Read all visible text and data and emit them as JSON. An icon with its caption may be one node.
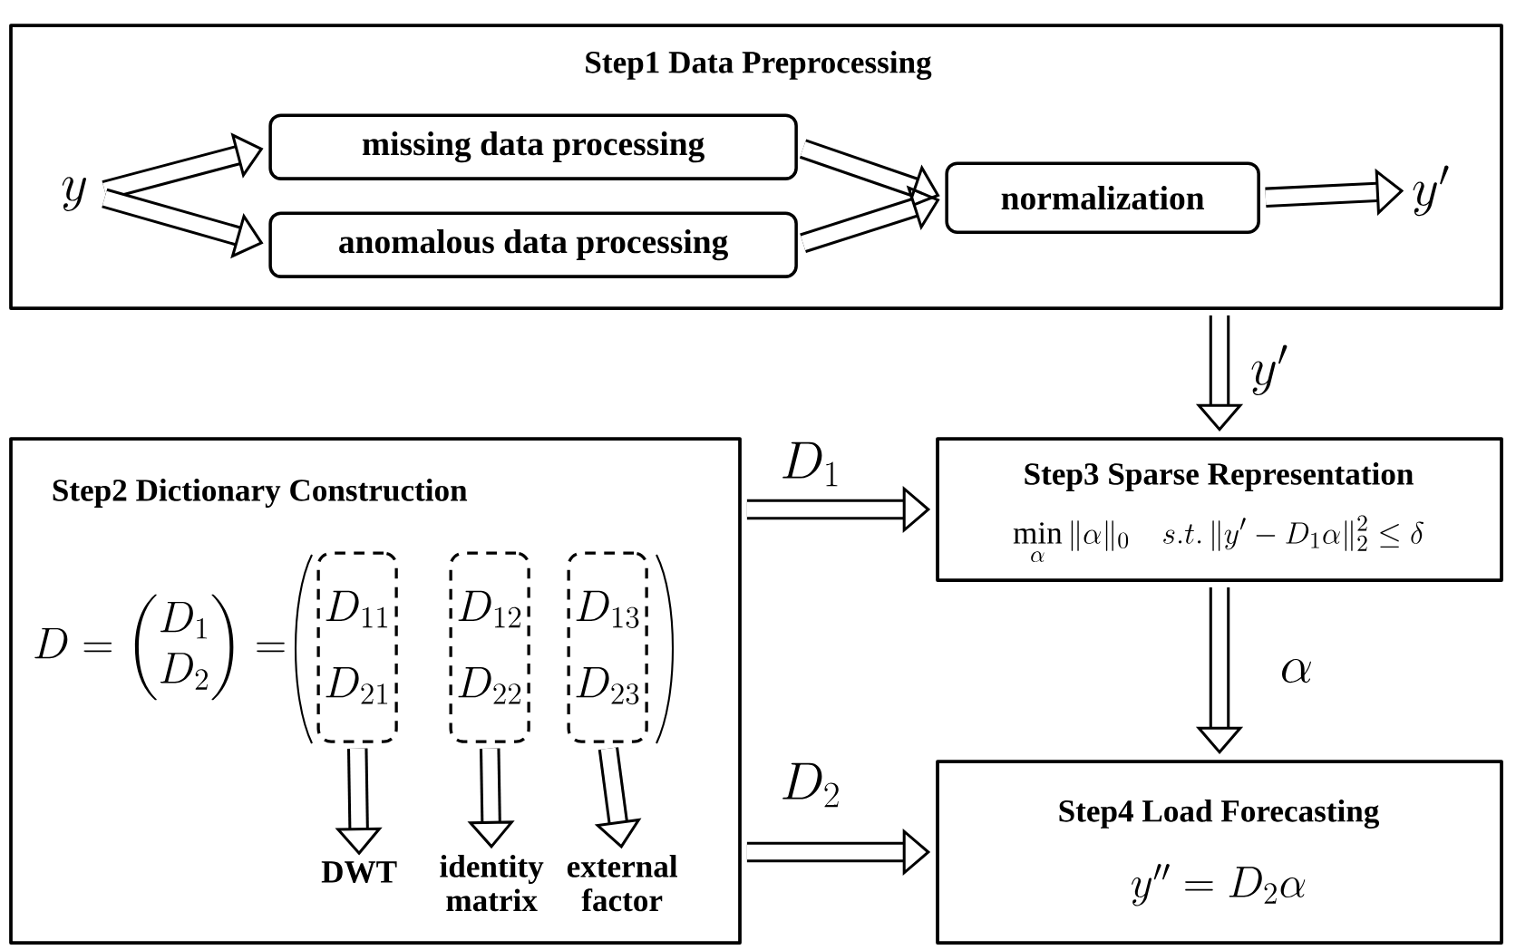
{
  "diagram": {
    "nodes": [
      {
        "text": [
          "Step1 Data Preprocessing"
        ]
      },
      {
        "text": [
          "y"
        ],
        "in": 0
      },
      {
        "text": [
          "missing data processing"
        ],
        "in": 0
      },
      {
        "text": [
          "anomalous data processing"
        ],
        "in": 0
      },
      {
        "text": [
          "normalization"
        ],
        "in": 0
      },
      {
        "text": [
          "y'"
        ],
        "in": 0
      },
      {
        "text": [
          "Step2 Dictionary Construction",
          "D=\\begin{pmatrix}D_1\\\\D_2\\end{pmatrix}="
        ]
      },
      {
        "text": [
          "D_{11}",
          "D_{21}"
        ],
        "in": 6
      },
      {
        "text": [
          "D_{12}",
          "D_{22}"
        ],
        "in": 6
      },
      {
        "text": [
          "D_{13}",
          "D_{23}"
        ],
        "in": 6
      },
      {
        "text": [
          "DWT"
        ],
        "in": 6
      },
      {
        "text": [
          "identity matrix"
        ],
        "in": 6
      },
      {
        "text": [
          "external factor"
        ],
        "in": 6
      },
      {
        "text": [
          "Step3 Sparse Representation",
          "\\min_{\\alpha}\\|\\alpha\\|_0 \\quad s.t.\\,\\|y'-D_1\\alpha\\|_2^2\\le\\delta"
        ]
      },
      {
        "text": [
          "Step4 Load Forecasting",
          "y''=D_2\\alpha"
        ]
      }
    ],
    "edges": [
      {
        "from": 1,
        "to": 2,
        "arrow": "to"
      },
      {
        "from": 1,
        "to": 3,
        "arrow": "to"
      },
      {
        "from": 2,
        "to": 4,
        "arrow": "to"
      },
      {
        "from": 3,
        "to": 4,
        "arrow": "to"
      },
      {
        "from": 4,
        "to": 5,
        "arrow": "to"
      },
      {
        "from": 0,
        "to": 13,
        "arrow": "to",
        "label": "y'"
      },
      {
        "from": 6,
        "to": 13,
        "arrow": "to",
        "label": "D_1"
      },
      {
        "from": 13,
        "to": 14,
        "arrow": "to",
        "label": "\\alpha"
      },
      {
        "from": 6,
        "to": 14,
        "arrow": "to",
        "label": "D_2"
      },
      {
        "from": 7,
        "to": 10,
        "arrow": "to"
      },
      {
        "from": 8,
        "to": 11,
        "arrow": "to"
      },
      {
        "from": 9,
        "to": 12,
        "arrow": "to"
      }
    ]
  }
}
